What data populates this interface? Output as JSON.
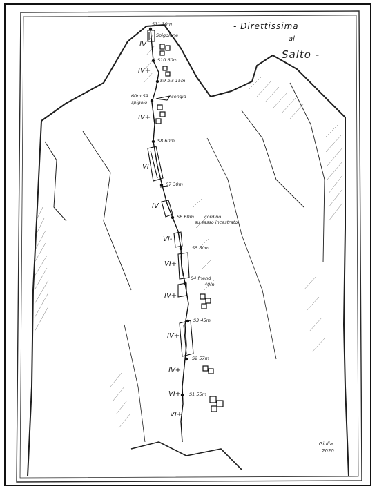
{
  "title": {
    "line1": "- Direttissima",
    "line2": "al",
    "line3": "Salto -"
  },
  "signature": {
    "name": "Giulia",
    "year": "2020"
  },
  "grades": [
    {
      "key": "p1",
      "text": "IV"
    },
    {
      "key": "p2",
      "text": "IV+"
    },
    {
      "key": "p3",
      "text": "IV+"
    },
    {
      "key": "p4",
      "text": "VI"
    },
    {
      "key": "p5",
      "text": "IV"
    },
    {
      "key": "p6",
      "text": "VI-"
    },
    {
      "key": "p7",
      "text": "VI+"
    },
    {
      "key": "p8",
      "text": "IV+"
    },
    {
      "key": "p9",
      "text": "IV+"
    },
    {
      "key": "p10",
      "text": "IV+"
    },
    {
      "key": "p11",
      "text": "VI+"
    },
    {
      "key": "p12",
      "text": "VI+"
    }
  ],
  "stations": [
    {
      "key": "s11",
      "text": "S11 30m"
    },
    {
      "key": "spit",
      "text": "Spigolone"
    },
    {
      "key": "s10",
      "text": "S10 60m"
    },
    {
      "key": "s9bis",
      "text": "S9 bis 15m"
    },
    {
      "key": "cengia",
      "text": "cengia"
    },
    {
      "key": "s9",
      "text": "60m S9"
    },
    {
      "key": "spigolo",
      "text": "spigolo"
    },
    {
      "key": "s8",
      "text": "S8 60m"
    },
    {
      "key": "s7",
      "text": "S7 30m"
    },
    {
      "key": "s6",
      "text": "S6 60m"
    },
    {
      "key": "s6n",
      "text": "cordino"
    },
    {
      "key": "s6n2",
      "text": "su sasso incastrato"
    },
    {
      "key": "s5",
      "text": "S5 50m"
    },
    {
      "key": "s4",
      "text": "S4 friend"
    },
    {
      "key": "s4m",
      "text": "40m"
    },
    {
      "key": "s3",
      "text": "S3 45m"
    },
    {
      "key": "s2",
      "text": "S2 57m"
    },
    {
      "key": "s1",
      "text": "S1 55m"
    }
  ],
  "colors": {
    "ink": "#1a1a1a",
    "paper": "#ffffff",
    "frame": "#111111"
  }
}
